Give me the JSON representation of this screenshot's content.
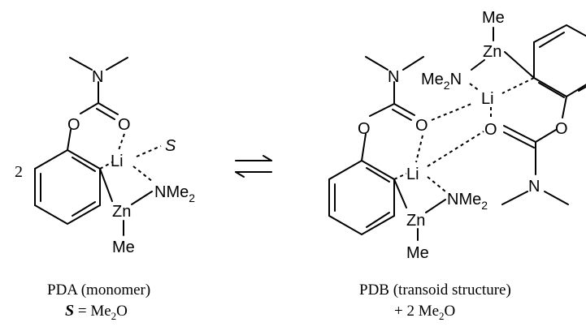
{
  "left": {
    "coefficient": "2",
    "atoms": {
      "n": "N",
      "o_ester": "O",
      "o_carbonyl": "O",
      "solvent": "S",
      "li": "Li",
      "nme": "NMe",
      "nme_sub": "2",
      "zn": "Zn",
      "me": "Me"
    },
    "caption_line1": "PDA (monomer)",
    "caption_line2_symbol": "S",
    "caption_line2_eq": " =  Me",
    "caption_line2_sub": "2",
    "caption_line2_end": "O"
  },
  "right": {
    "atoms": {
      "n_top": "N",
      "o_ester_left": "O",
      "o_carbonyl_left": "O",
      "li_lower": "Li",
      "nme_lower": "NMe",
      "nme_lower_sub": "2",
      "zn_lower": "Zn",
      "me_lower": "Me",
      "me_upper": "Me",
      "zn_upper": "Zn",
      "me2n_upper": "Me",
      "me2n_upper_sub": "2",
      "me2n_upper_n": "N",
      "li_upper": "Li",
      "o_carbonyl_right": "O",
      "o_ester_right": "O",
      "n_bottom": "N"
    },
    "caption_line1": "PDB (transoid structure)",
    "caption_line2_start": "+ 2 Me",
    "caption_line2_sub": "2",
    "caption_line2_end": "O"
  }
}
